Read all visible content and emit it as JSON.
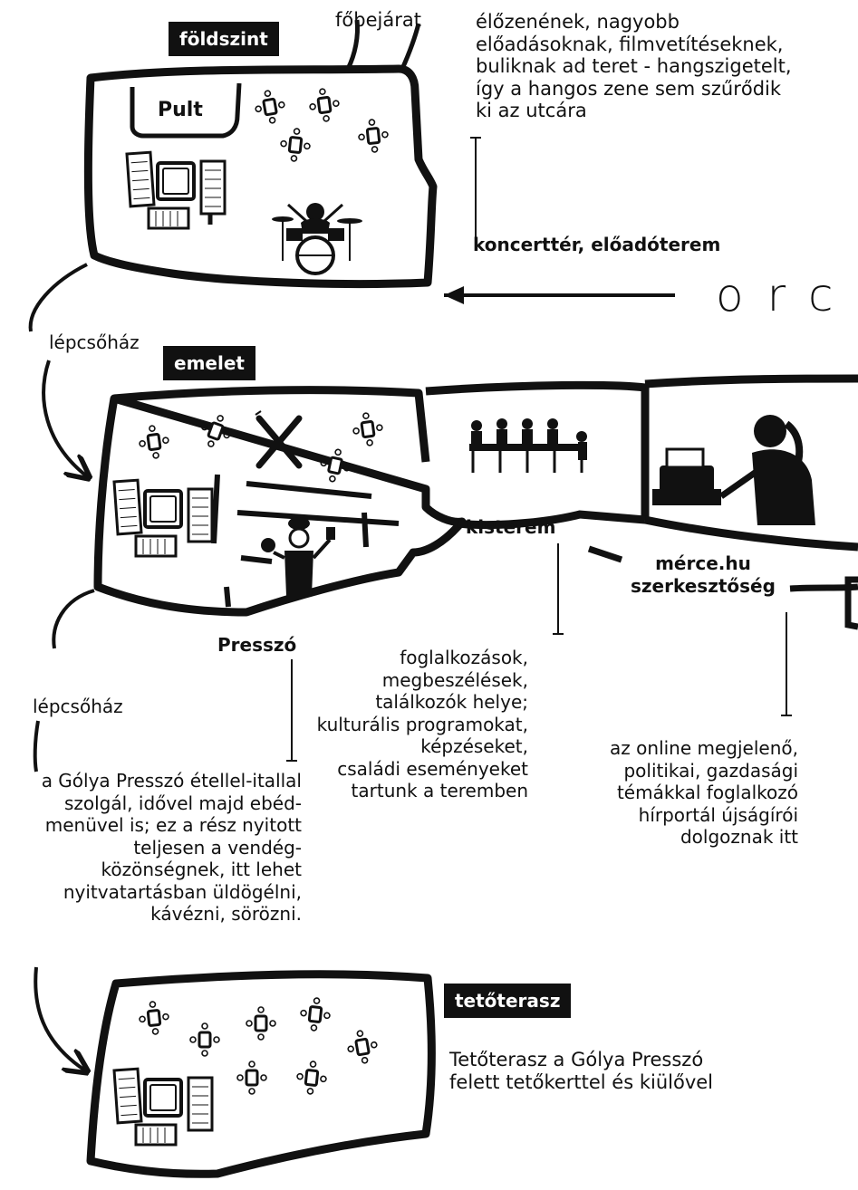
{
  "floors": {
    "ground": {
      "tag": "földszint",
      "entrance": "főbejárat",
      "bar": "Pult",
      "description": [
        "élőzenének, nagyobb",
        "előadásoknak, filmvetítéseknek,",
        "buliknak ad teret - hangszigetelt,",
        "így a hangos zene sem szűrődik",
        "ki az utcára"
      ],
      "room_label": "koncerttér, előadóterem",
      "street": "orc"
    },
    "first": {
      "tag": "emelet",
      "stairs": "lépcsőház",
      "small_room": "kisterem",
      "editorial": [
        "mérce.hu",
        "szerkesztőség"
      ],
      "presszo": "Presszó",
      "presszo_description": [
        "a Gólya Presszó étellel-itallal",
        "szolgál, idővel majd ebéd-",
        "menüvel  is; ez a rész nyitott",
        "teljesen a vendég-",
        "közönségnek, itt lehet",
        "nyitvatartásban üldögélni,",
        "kávézni,  sörözni."
      ],
      "small_room_description": [
        "foglalkozások,",
        "megbeszélések,",
        "találkozók helye;",
        "kulturális programokat,",
        "képzéseket,",
        "családi eseményeket",
        "tartunk a teremben"
      ],
      "editorial_description": [
        "az online megjelenő,",
        "politikai, gazdasági",
        "témákkal foglalkozó",
        "hírportál újságírói",
        "dolgoznak itt"
      ]
    },
    "roof": {
      "tag": "tetőterasz",
      "stairs": "lépcsőház",
      "description": [
        "Tetőterasz a Gólya Presszó",
        "felett tetőkerttel és kiülővel"
      ]
    }
  },
  "icons": [
    "table-with-chairs-icon",
    "drum-kit-icon",
    "sofa-icon",
    "fork-knife-icon",
    "chef-icon",
    "meeting-people-icon",
    "typewriter-woman-icon"
  ]
}
